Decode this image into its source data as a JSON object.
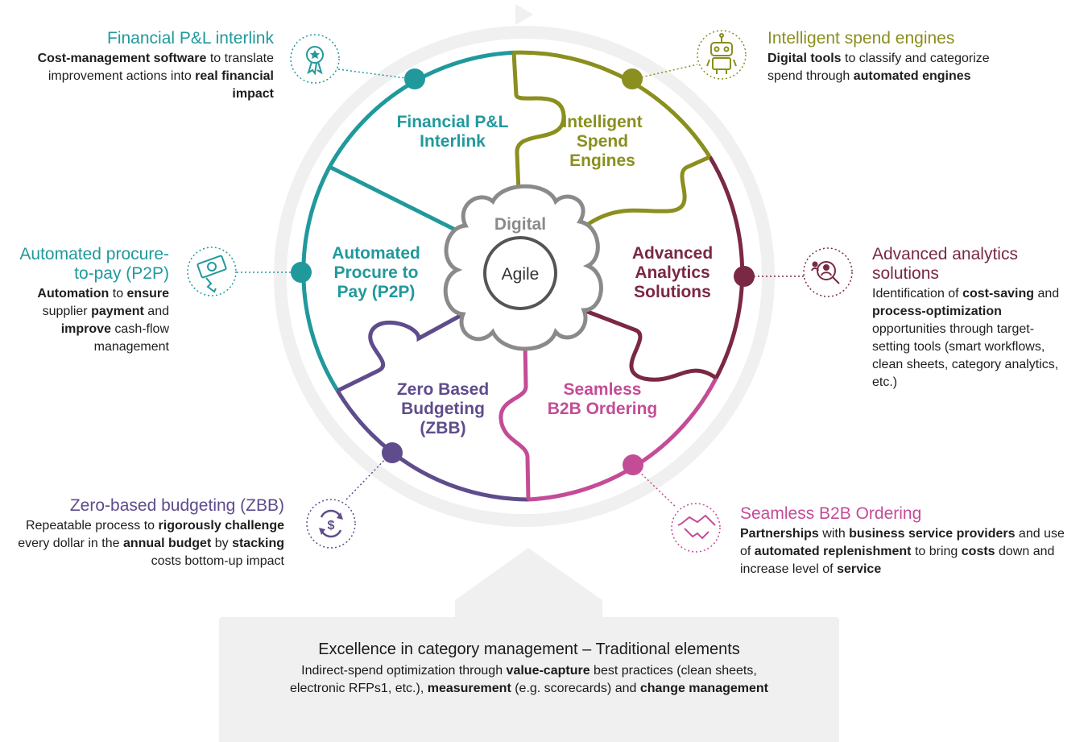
{
  "colors": {
    "teal": "#21999c",
    "olive": "#8a8f1e",
    "maroon": "#7a2844",
    "pink": "#c44c97",
    "purple": "#5f4c8c",
    "gear": "#8a8a8a",
    "ring": "#f0f0f0"
  },
  "center": {
    "outer_label": "Digital",
    "inner_label": "Agile"
  },
  "segments": [
    {
      "id": "financial",
      "lines": [
        "Financial P&L",
        "Interlink"
      ]
    },
    {
      "id": "spend",
      "lines": [
        "Intelligent",
        "Spend",
        "Engines"
      ]
    },
    {
      "id": "analytics",
      "lines": [
        "Advanced",
        "Analytics",
        "Solutions"
      ]
    },
    {
      "id": "b2b",
      "lines": [
        "Seamless",
        "B2B Ordering"
      ]
    },
    {
      "id": "zbb",
      "lines": [
        "Zero Based",
        "Budgeting",
        "(ZBB)"
      ]
    },
    {
      "id": "p2p",
      "lines": [
        "Automated",
        "Procure to",
        "Pay (P2P)"
      ]
    }
  ],
  "callouts": {
    "financial": {
      "title": "Financial P&L interlink",
      "icon": "award-ribbon-icon",
      "parts": [
        [
          "b",
          "Cost-management software"
        ],
        [
          "t",
          " to translate improvement actions into "
        ],
        [
          "b",
          "real financial impact"
        ]
      ]
    },
    "spend": {
      "title": "Intelligent spend engines",
      "icon": "robot-icon",
      "parts": [
        [
          "b",
          "Digital tools"
        ],
        [
          "t",
          " to classify and categorize spend through "
        ],
        [
          "b",
          "automated engines"
        ]
      ]
    },
    "p2p": {
      "title": "Automated procure-to-pay (P2P)",
      "icon": "money-bill-icon",
      "parts": [
        [
          "b",
          "Automation"
        ],
        [
          "t",
          " to "
        ],
        [
          "b",
          "ensure"
        ],
        [
          "t",
          " supplier "
        ],
        [
          "b",
          "payment"
        ],
        [
          "t",
          " and "
        ],
        [
          "b",
          "improve"
        ],
        [
          "t",
          " cash-flow management"
        ]
      ]
    },
    "analytics": {
      "title": "Advanced analytics solutions",
      "icon": "magnifier-people-icon",
      "parts": [
        [
          "t",
          "Identification of "
        ],
        [
          "b",
          "cost-saving"
        ],
        [
          "t",
          " and "
        ],
        [
          "b",
          "process-optimization"
        ],
        [
          "t",
          " opportunities through target-setting tools (smart workflows, clean sheets, category analytics, etc.)"
        ]
      ]
    },
    "zbb": {
      "title": "Zero-based budgeting (ZBB)",
      "icon": "dollar-cycle-icon",
      "parts": [
        [
          "t",
          "Repeatable process to "
        ],
        [
          "b",
          "rigorously challenge"
        ],
        [
          "t",
          " every dollar in the "
        ],
        [
          "b",
          "annual budget"
        ],
        [
          "t",
          " by "
        ],
        [
          "b",
          "stacking"
        ],
        [
          "t",
          " costs bottom-up impact"
        ]
      ]
    },
    "b2b": {
      "title": "Seamless B2B Ordering",
      "icon": "handshake-icon",
      "parts": [
        [
          "b",
          "Partnerships"
        ],
        [
          "t",
          " with "
        ],
        [
          "b",
          "business service providers"
        ],
        [
          "t",
          " and use of "
        ],
        [
          "b",
          "automated replenishment"
        ],
        [
          "t",
          " to bring "
        ],
        [
          "b",
          "costs"
        ],
        [
          "t",
          " down and increase level of "
        ],
        [
          "b",
          "service"
        ]
      ]
    }
  },
  "foundation": {
    "title": "Excellence in category management – Traditional elements",
    "parts": [
      [
        "t",
        "Indirect-spend optimization through "
      ],
      [
        "b",
        "value-capture"
      ],
      [
        "t",
        " best practices (clean sheets, electronic RFPs1, etc.), "
      ],
      [
        "b",
        "measurement"
      ],
      [
        "t",
        " (e.g. scorecards) and "
      ],
      [
        "b",
        "change management"
      ]
    ]
  }
}
